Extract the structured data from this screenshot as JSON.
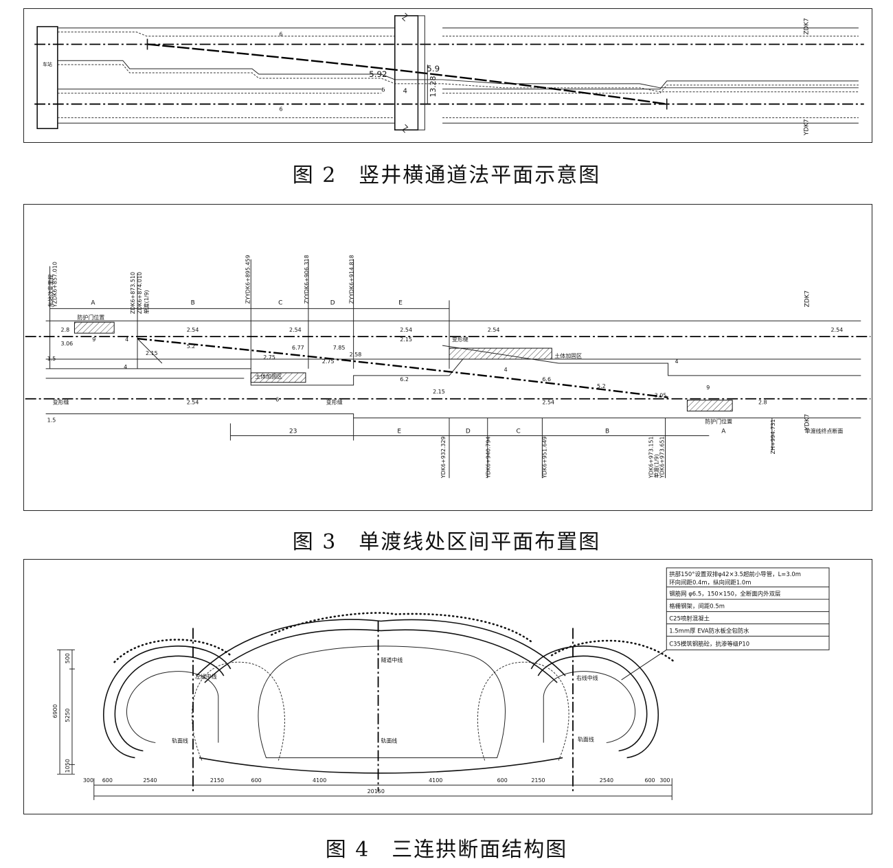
{
  "figures": [
    {
      "caption": "图 2　竖井横通道法平面示意图",
      "labels": {
        "station": "车站",
        "track_zdk": "ZDK7",
        "track_ydk": "YDK7",
        "dim_6_top": "6",
        "dim_6_bottom": "6",
        "dim_592": "5.92",
        "dim_59": "5.9",
        "dim_4": "4",
        "dim_1328": "13.28",
        "dim_6_mid": "6"
      }
    },
    {
      "caption": "图 3　单渡线处区间平面布置图",
      "labels": {
        "sta_top_1": "YZDK6+857.010",
        "sta_top_1_note": "车站改变里程",
        "sta_top_2": "ZDK6+873.510",
        "sta_top_2b": "ZDK6+874.010",
        "sta_top_2_note": "单渡(1/9)",
        "sta_top_3": "ZYYDK6+895.459",
        "sta_top_4": "ZYYDK6+906.318",
        "sta_top_5": "ZYYDK6+914.818",
        "seg_top": [
          "A",
          "B",
          "C",
          "D",
          "E"
        ],
        "seg_bottom": [
          "23",
          "E",
          "D",
          "C",
          "B",
          "A"
        ],
        "track_zdk": "ZDK7",
        "track_ydk": "YDK7",
        "note_fangxiang": "防护门位置",
        "note_jiaqiang_1": "土体加固区",
        "note_jiaqiang_2": "土体加固区",
        "note_bianxing_1": "变形缝",
        "note_bianxing_2": "变形缝",
        "note_bianxing_3": "变形缝",
        "note_fangxiang_2": "防护门位置",
        "note_end": "单渡线终点断面",
        "sta_bot_1": "YDK6+932.329",
        "sta_bot_2": "YDK6+940.794",
        "sta_bot_3": "YDK6+951.649",
        "sta_bot_4": "YDK6+973.151",
        "sta_bot_4_note": "单渡(1/9)",
        "sta_bot_4b": "YDK6+973.651",
        "sta_bot_5": "ZH+994.731",
        "dims": [
          "2.8",
          "3.06",
          "9",
          "4",
          "2.15",
          "2.54",
          "5.2",
          "2.54",
          "6.77",
          "7.85",
          "2.54",
          "2.15",
          "2.54",
          "6",
          "2.75",
          "2.75",
          "2.58",
          "4",
          "2.54",
          "9",
          "3.05",
          "2.8",
          "4",
          "2.54",
          "1.5",
          "1.5",
          "6.2",
          "5.2",
          "6.6",
          "2.54",
          "2.15",
          "4"
        ]
      }
    },
    {
      "caption": "图 4　三连拱断面结构图",
      "legend": [
        "拱部150°设置双排φ42×3.5超前小导管，L=3.0m",
        "环向间距0.4m，纵向间距1.0m",
        "钢筋网 φ6.5，150×150，全断面内外双层",
        "格栅钢架，间距0.5m",
        "C25喷射混凝土",
        "1.5mm厚 EVA防水板全包防水",
        "C35模筑钢筋砼，抗渗等级P10"
      ],
      "labels": {
        "left_center": "左线中线",
        "mid_center": "隧道中线",
        "right_center": "右线中线",
        "rail_1": "轨面线",
        "rail_2": "轨面线",
        "rail_3": "轨面线"
      },
      "dims_bottom": [
        "300",
        "600",
        "2540",
        "2150",
        "600",
        "4100",
        "4100",
        "600",
        "2150",
        "2540",
        "600",
        "300"
      ],
      "dim_total": "20150",
      "dims_left": [
        "500",
        "5250",
        "6900",
        "1050"
      ]
    }
  ]
}
